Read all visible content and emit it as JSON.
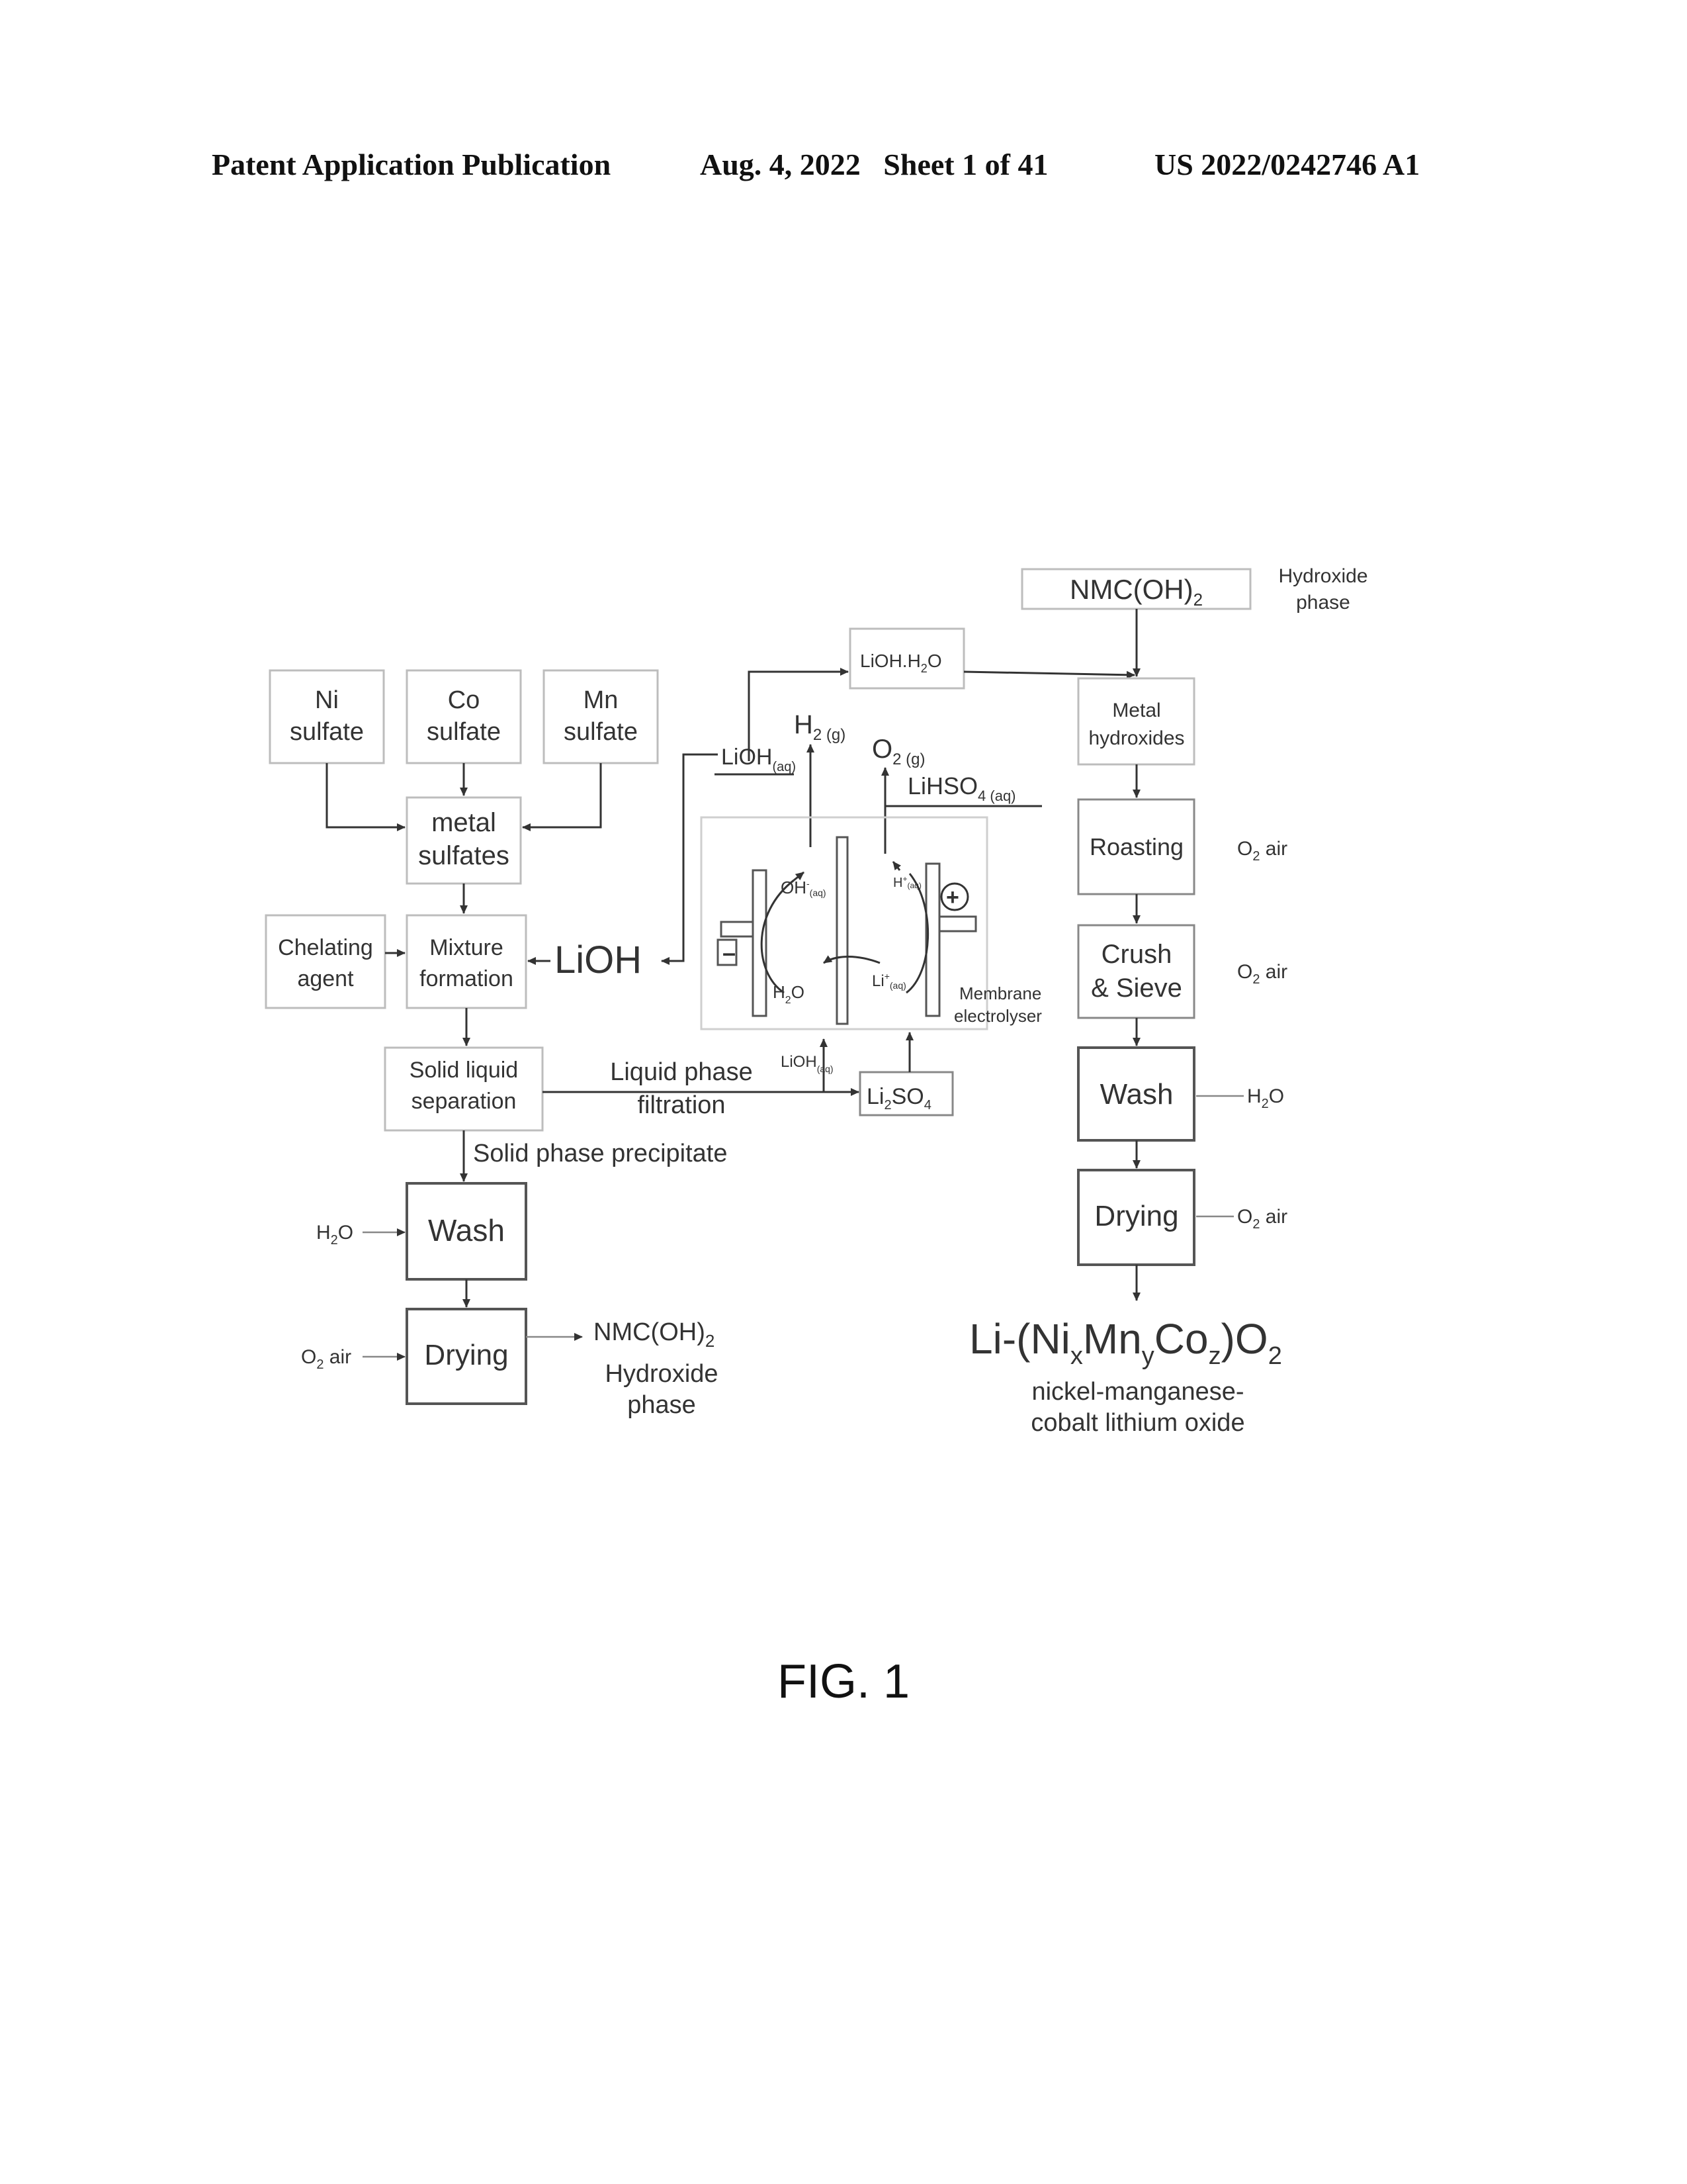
{
  "header": {
    "publication": "Patent Application Publication",
    "date_sheet": "Aug. 4, 2022   Sheet 1 of 41",
    "number": "US 2022/0242746 A1"
  },
  "diagram": {
    "ni_line1": "Ni",
    "ni_line2": "sulfate",
    "co_line1": "Co",
    "co_line2": "sulfate",
    "mn_line1": "Mn",
    "mn_line2": "sulfate",
    "metal_sulfates_1": "metal",
    "metal_sulfates_2": "sulfates",
    "chelating_1": "Chelating",
    "chelating_2": "agent",
    "mixture_1": "Mixture",
    "mixture_2": "formation",
    "lioh_big": "LiOH",
    "slsep_1": "Solid liquid",
    "slsep_2": "separation",
    "liquid_phase_1": "Liquid phase",
    "liquid_phase_2": "filtration",
    "solid_phase": "Solid phase precipitate",
    "h2o_left": "H",
    "wash_left": "Wash",
    "o2air_left": "O",
    "drying_left": "Drying",
    "nmc_left_1": "NMC(OH)",
    "nmc_left_2": "Hydroxide",
    "nmc_left_3": "phase",
    "lioh_h2o": "LiOH.H",
    "lioh_aq_top": "LiOH",
    "h2g": "H",
    "o2g": "O",
    "lihso4": "LiHSO",
    "oh_aq": "OH",
    "h_plus": "H",
    "h2o_cell": "H",
    "li_plus": "Li",
    "membrane_1": "Membrane",
    "membrane_2": "electrolyser",
    "lioh_aq_bottom": "LiOH",
    "li2so4": "Li",
    "nmc_right": "NMC(OH)",
    "hydroxide_right_1": "Hydroxide",
    "hydroxide_right_2": "phase",
    "metal_hyd_1": "Metal",
    "metal_hyd_2": "hydroxides",
    "roasting": "Roasting",
    "o2air_r1": "O",
    "crush_1": "Crush",
    "crush_2": "& Sieve",
    "o2air_r2": "O",
    "wash_right": "Wash",
    "h2o_right": "H",
    "drying_right": "Drying",
    "o2air_r3": "O",
    "product_formula": "Li-(Ni",
    "product_name_1": "nickel-manganese-",
    "product_name_2": "cobalt lithium oxide"
  },
  "figure_label": "FIG. 1"
}
